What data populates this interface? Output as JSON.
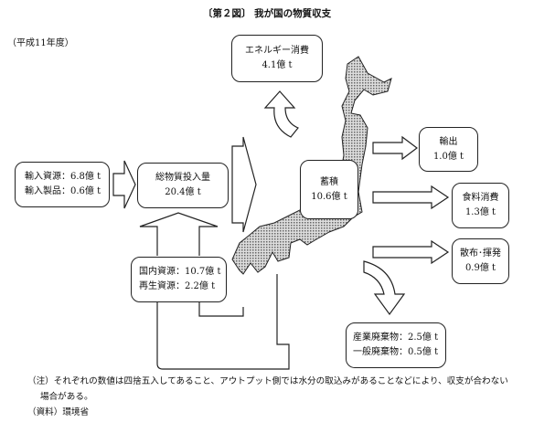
{
  "title": "〔第２図〕 我が国の物質収支",
  "period": "（平成11年度）",
  "boxes": {
    "energy": {
      "label": "エネルギー消費",
      "value": "4.1億 t"
    },
    "imports": {
      "line1": "輸入資源：6.8億 t",
      "line2": "輸入製品：0.6億 t"
    },
    "total": {
      "label": "総物質投入量",
      "value": "20.4億 t"
    },
    "domestic": {
      "line1": "国内資源：10.7億 t",
      "line2": "再生資源：2.2億 t"
    },
    "stock": {
      "label": "蓄積",
      "value": "10.6億 t"
    },
    "export": {
      "label": "輸出",
      "value": "1.0億 t"
    },
    "food": {
      "label": "食料消費",
      "value": "1.3億 t"
    },
    "scatter": {
      "label": "散布･揮発",
      "value": "0.9億 t"
    },
    "waste": {
      "line1": "産業廃棄物：2.5億 t",
      "line2": "一般廃棄物：0.5億 t"
    }
  },
  "notes": {
    "note1": "（注）それぞれの数値は四捨五入してあること、アウトプット側では水分の取込みがあることなどにより、収支が合わない",
    "note2": "場合がある。",
    "source": "（資料）環境省"
  }
}
